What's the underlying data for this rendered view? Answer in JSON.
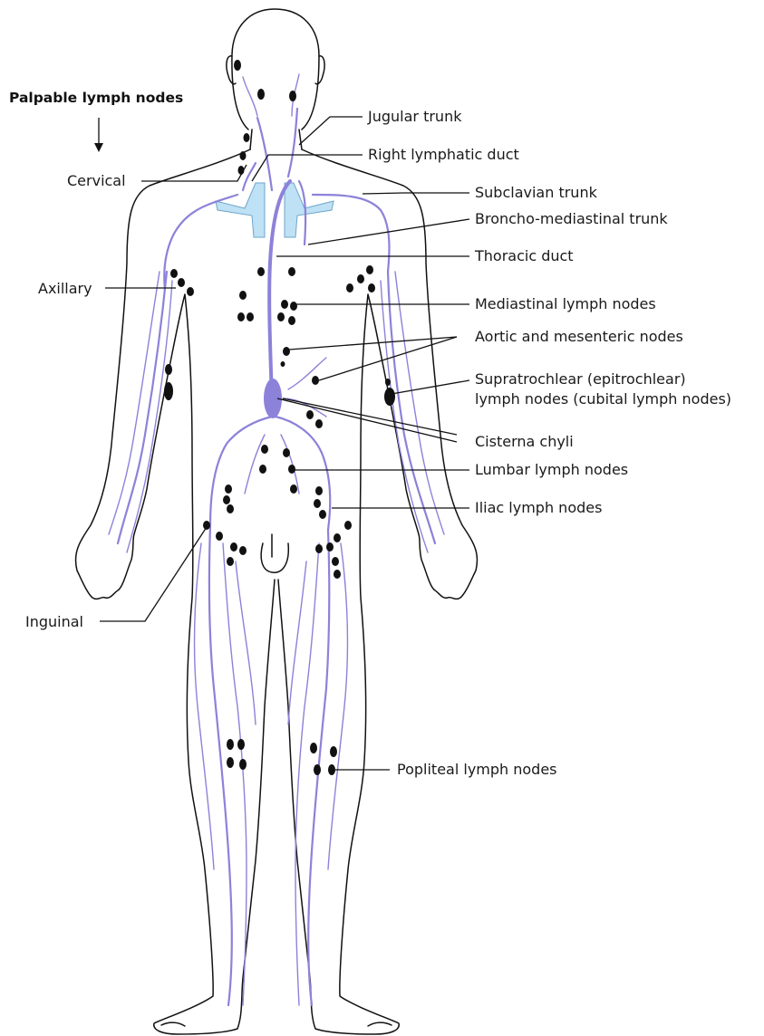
{
  "heading": "Palpable lymph nodes",
  "labels": {
    "cervical": "Cervical",
    "axillary": "Axillary",
    "inguinal": "Inguinal",
    "jugular_trunk": "Jugular trunk",
    "right_lymphatic_duct": "Right lymphatic duct",
    "subclavian_trunk": "Subclavian trunk",
    "broncho_mediastinal_trunk": "Broncho-mediastinal trunk",
    "thoracic_duct": "Thoracic duct",
    "mediastinal_nodes": "Mediastinal lymph nodes",
    "aortic_mesenteric": "Aortic and mesenteric nodes",
    "supratrochlear_line1": "Supratrochlear (epitrochlear)",
    "supratrochlear_line2": "lymph nodes (cubital lymph nodes)",
    "cisterna_chyli": "Cisterna chyli",
    "lumbar_nodes": "Lumbar lymph nodes",
    "iliac_nodes": "Iliac lymph nodes",
    "popliteal_nodes": "Popliteal lymph nodes"
  },
  "colors": {
    "lymph_vessel": "#8c82d9",
    "subclavian_vein": "#bfe1f5",
    "lymph_node": "#111111",
    "outline": "#111111"
  }
}
